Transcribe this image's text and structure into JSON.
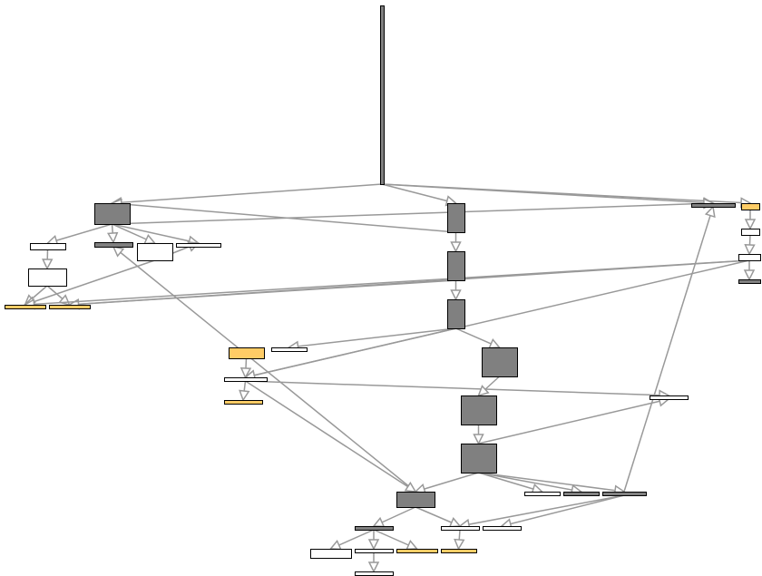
{
  "diagram": {
    "type": "directed-graph",
    "colors": {
      "background": "#ffffff",
      "edge": "#999999",
      "node_border": "#000000",
      "node_gray": "#808080",
      "node_white": "#ffffff",
      "node_orange": "#ffcc66"
    },
    "node_kinds": {
      "gray": "gray-node",
      "white": "white-node",
      "orange": "orange-node"
    },
    "nodes": [
      {
        "id": "root",
        "kind": "gray"
      },
      {
        "id": "a",
        "kind": "gray"
      },
      {
        "id": "a1",
        "kind": "white"
      },
      {
        "id": "a2",
        "kind": "gray"
      },
      {
        "id": "a3",
        "kind": "white"
      },
      {
        "id": "a4",
        "kind": "white"
      },
      {
        "id": "a5",
        "kind": "white"
      },
      {
        "id": "o1",
        "kind": "orange"
      },
      {
        "id": "o2",
        "kind": "orange"
      },
      {
        "id": "b1",
        "kind": "gray"
      },
      {
        "id": "b2",
        "kind": "gray"
      },
      {
        "id": "b3",
        "kind": "gray"
      },
      {
        "id": "c1",
        "kind": "orange"
      },
      {
        "id": "c2",
        "kind": "white"
      },
      {
        "id": "c3",
        "kind": "white"
      },
      {
        "id": "c4",
        "kind": "orange"
      },
      {
        "id": "d1",
        "kind": "gray"
      },
      {
        "id": "d2",
        "kind": "gray"
      },
      {
        "id": "d3",
        "kind": "gray"
      },
      {
        "id": "e1",
        "kind": "white"
      },
      {
        "id": "r1",
        "kind": "gray"
      },
      {
        "id": "r2",
        "kind": "orange"
      },
      {
        "id": "r3",
        "kind": "white"
      },
      {
        "id": "r4",
        "kind": "white"
      },
      {
        "id": "r5",
        "kind": "gray"
      },
      {
        "id": "f1",
        "kind": "white"
      },
      {
        "id": "f2",
        "kind": "gray"
      },
      {
        "id": "f3",
        "kind": "gray"
      },
      {
        "id": "g",
        "kind": "gray"
      },
      {
        "id": "g1",
        "kind": "gray"
      },
      {
        "id": "g2",
        "kind": "white"
      },
      {
        "id": "g3",
        "kind": "white"
      },
      {
        "id": "h1",
        "kind": "white"
      },
      {
        "id": "h2",
        "kind": "white"
      },
      {
        "id": "h3",
        "kind": "orange"
      },
      {
        "id": "h4",
        "kind": "orange"
      },
      {
        "id": "h5",
        "kind": "white"
      }
    ],
    "edges": [
      [
        "root",
        "a"
      ],
      [
        "root",
        "b1"
      ],
      [
        "root",
        "r1"
      ],
      [
        "root",
        "r2"
      ],
      [
        "a",
        "a1"
      ],
      [
        "a",
        "a2"
      ],
      [
        "a",
        "a3"
      ],
      [
        "a",
        "a4"
      ],
      [
        "a1",
        "a5"
      ],
      [
        "a5",
        "o1"
      ],
      [
        "a5",
        "o2"
      ],
      [
        "a3",
        "o1"
      ],
      [
        "a3",
        "a4"
      ],
      [
        "g",
        "a2"
      ],
      [
        "b1",
        "a"
      ],
      [
        "b1",
        "b2"
      ],
      [
        "b2",
        "b3"
      ],
      [
        "b2",
        "o2"
      ],
      [
        "b3",
        "d1"
      ],
      [
        "b3",
        "c3"
      ],
      [
        "b3",
        "c2"
      ],
      [
        "r4",
        "o2"
      ],
      [
        "r4",
        "o1"
      ],
      [
        "r4",
        "c3"
      ],
      [
        "r2",
        "r3"
      ],
      [
        "r3",
        "r4"
      ],
      [
        "r4",
        "r5"
      ],
      [
        "c1",
        "c3"
      ],
      [
        "c3",
        "c4"
      ],
      [
        "c3",
        "e1"
      ],
      [
        "c3",
        "g"
      ],
      [
        "d1",
        "d2"
      ],
      [
        "d2",
        "d3"
      ],
      [
        "d3",
        "e1"
      ],
      [
        "d3",
        "f1"
      ],
      [
        "d3",
        "f2"
      ],
      [
        "d3",
        "f3"
      ],
      [
        "d3",
        "g"
      ],
      [
        "f3",
        "r1"
      ],
      [
        "f3",
        "g3"
      ],
      [
        "f3",
        "g2"
      ],
      [
        "g",
        "g1"
      ],
      [
        "g",
        "g2"
      ],
      [
        "g1",
        "h1"
      ],
      [
        "g1",
        "h2"
      ],
      [
        "g1",
        "h3"
      ],
      [
        "g2",
        "h4"
      ],
      [
        "h2",
        "h5"
      ],
      [
        "a",
        "r1"
      ]
    ]
  }
}
